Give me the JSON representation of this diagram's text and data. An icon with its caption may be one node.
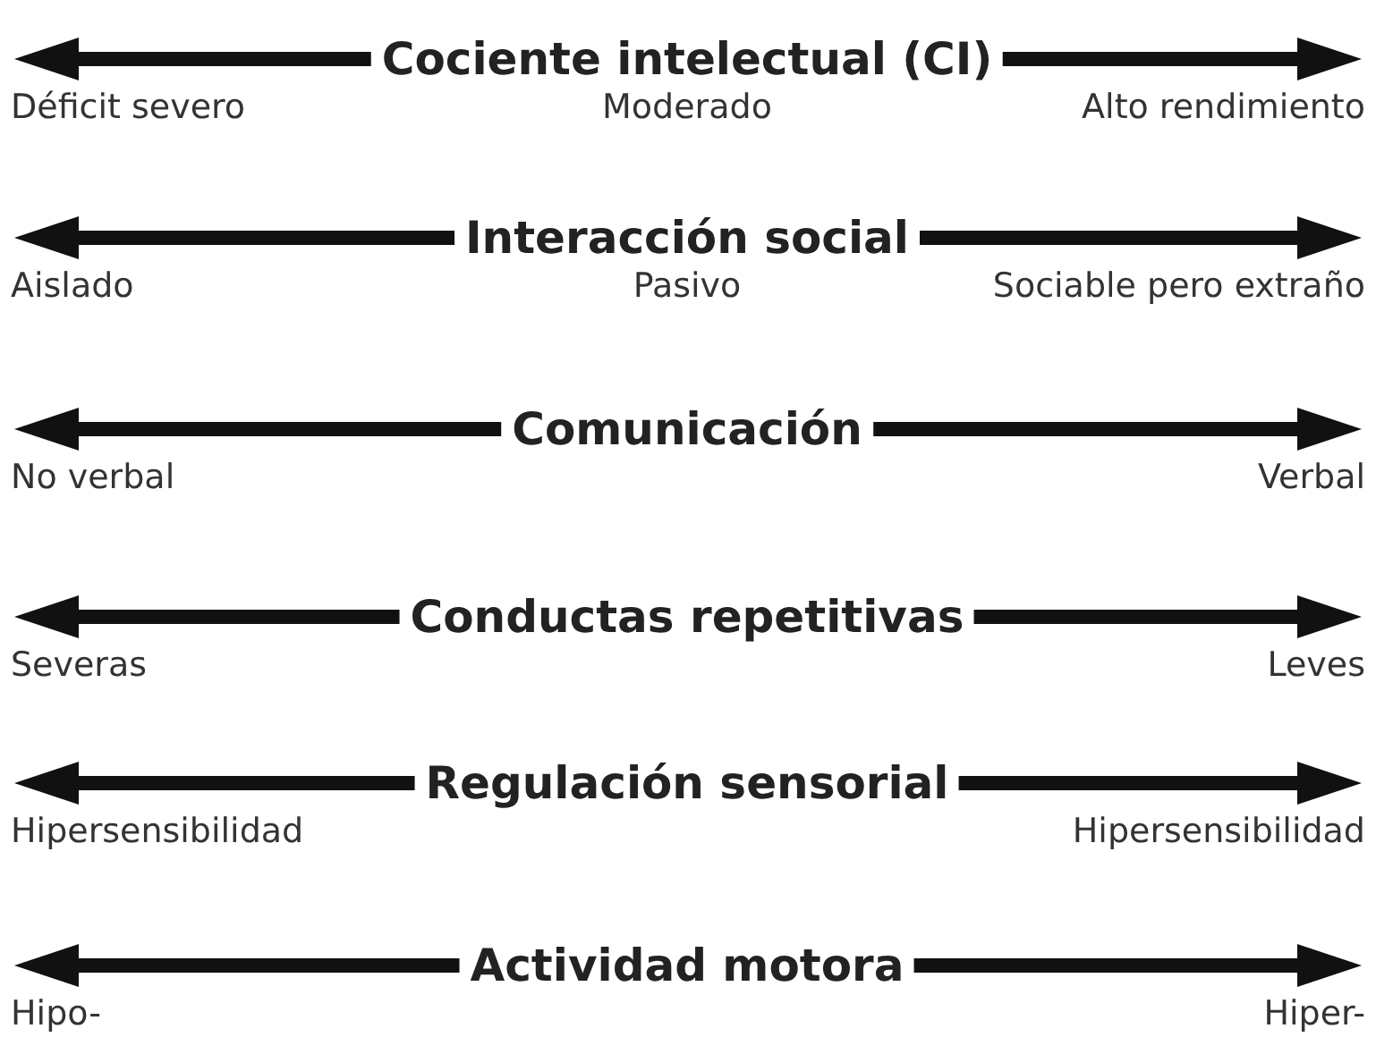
{
  "diagram": {
    "labels": [
      "Cociente intelectual (CI)",
      "Déficit severo",
      "Moderado",
      "Alto rendimiento",
      "Interacción social",
      "Aislado",
      "Pasivo",
      "Sociable pero extraño",
      "Comunicación",
      "No verbal",
      "Verbal",
      "Conductas repetitivas",
      "Severas",
      "Leves",
      "Regulación sensorial",
      "Hipersensibilidad",
      "Hipersensibilidad",
      "Actividad motora",
      "Hipo-",
      "Hiper-"
    ]
  }
}
